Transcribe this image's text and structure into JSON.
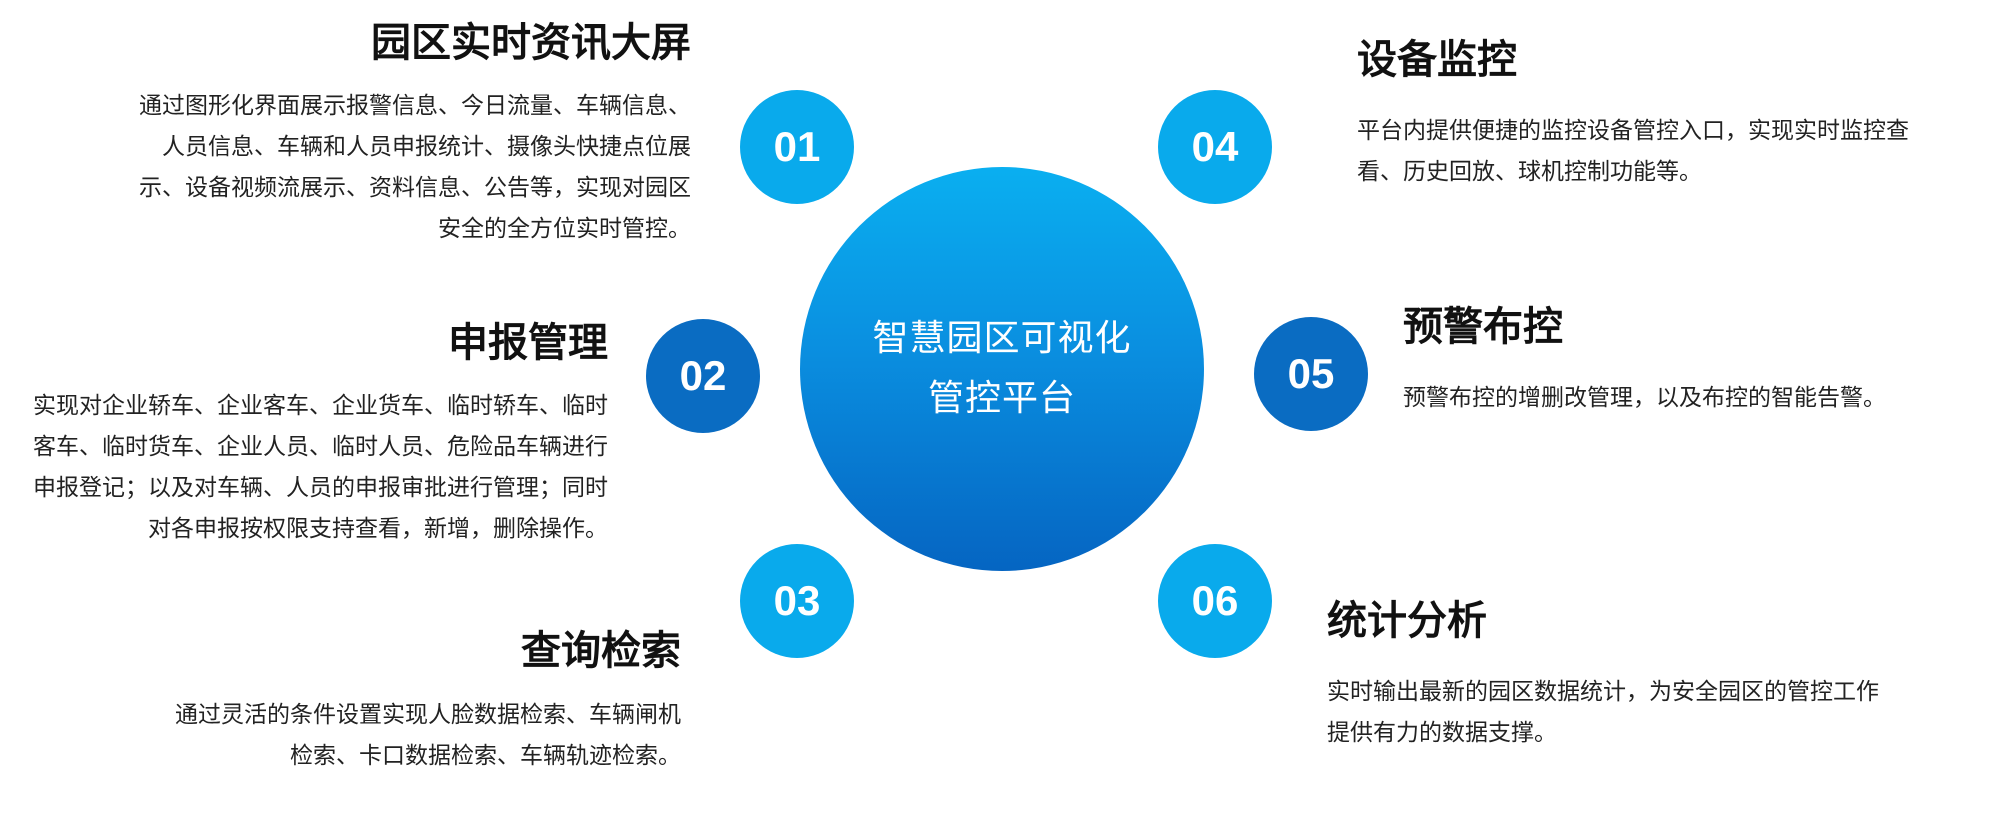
{
  "center": {
    "line1": "智慧园区可视化",
    "line2": "管控平台"
  },
  "items": [
    {
      "number": "01",
      "title": "园区实时资讯大屏",
      "description": "通过图形化界面展示报警信息、今日流量、车辆信息、人员信息、车辆和人员申报统计、摄像头快捷点位展示、设备视频流展示、资料信息、公告等，实现对园区安全的全方位实时管控。"
    },
    {
      "number": "02",
      "title": "申报管理",
      "description": "实现对企业轿车、企业客车、企业货车、临时轿车、临时客车、临时货车、企业人员、临时人员、危险品车辆进行申报登记；以及对车辆、人员的申报审批进行管理；同时对各申报按权限支持查看，新增，删除操作。"
    },
    {
      "number": "03",
      "title": "查询检索",
      "description": "通过灵活的条件设置实现人脸数据检索、车辆闸机检索、卡口数据检索、车辆轨迹检索。"
    },
    {
      "number": "04",
      "title": "设备监控",
      "description": "平台内提供便捷的监控设备管控入口，实现实时监控查看、历史回放、球机控制功能等。"
    },
    {
      "number": "05",
      "title": "预警布控",
      "description": "预警布控的增删改管理，以及布控的智能告警。"
    },
    {
      "number": "06",
      "title": "统计分析",
      "description": "实时输出最新的园区数据统计，为安全园区的管控工作提供有力的数据支撑。"
    }
  ],
  "colors": {
    "light_blue": "#09aaec",
    "dark_blue": "#0a6cc2",
    "center_gradient_top": "#0aaff0",
    "center_gradient_bottom": "#0565c2"
  }
}
